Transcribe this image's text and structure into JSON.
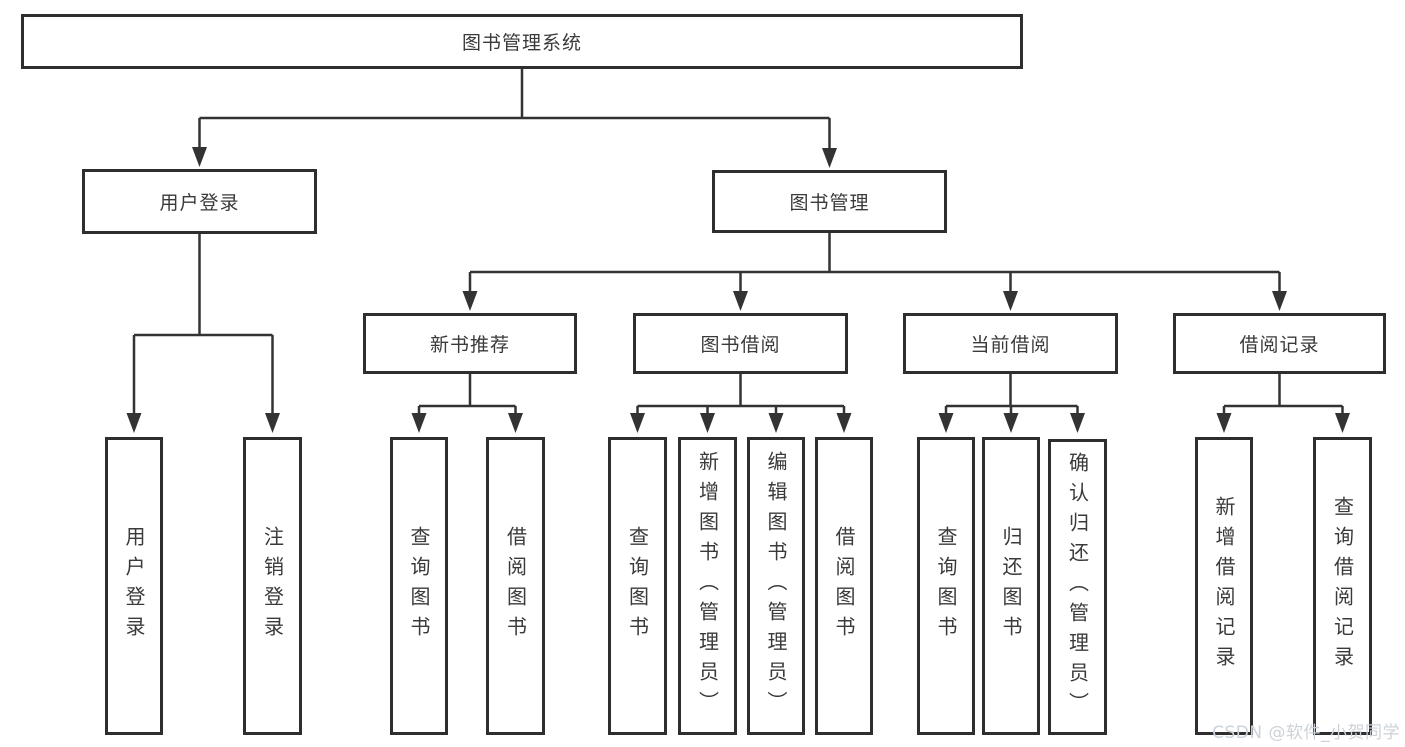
{
  "diagram": {
    "root": "图书管理系统",
    "branches": {
      "user_login": "用户登录",
      "book_mgmt": "图书管理"
    },
    "modules": {
      "new_book": "新书推荐",
      "book_borrow": "图书借阅",
      "current_borrow": "当前借阅",
      "borrow_records": "借阅记录"
    },
    "leaves": {
      "user_login": [
        "用户登录",
        "注销登录"
      ],
      "new_book": [
        "查询图书",
        "借阅图书"
      ],
      "book_borrow": [
        "查询图书",
        "新增图书（管理员）",
        "编辑图书（管理员）",
        "借阅图书"
      ],
      "current_borrow": [
        "查询图书",
        "归还图书",
        "确认归还（管理员）"
      ],
      "borrow_records": [
        "新增借阅记录",
        "查询借阅记录"
      ]
    }
  },
  "watermark": "CSDN @软件_小贺同学",
  "colors": {
    "border": "#2e2e2e",
    "line": "#333333",
    "text": "#3a3a3a",
    "watermark": "#ccd2d9",
    "background": "#ffffff"
  }
}
